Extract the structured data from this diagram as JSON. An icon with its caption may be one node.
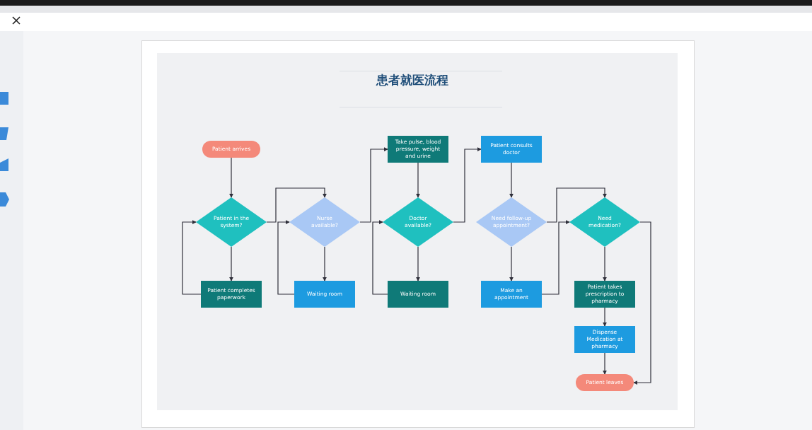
{
  "diagram": {
    "title": "患者就医流程",
    "nodes": [
      {
        "text": [
          "Patient arrives"
        ]
      },
      {
        "text": [
          "Patient in the system?"
        ]
      },
      {
        "text": [
          "Patient completes paperwork"
        ]
      },
      {
        "text": [
          "Nurse available?"
        ]
      },
      {
        "text": [
          "Waiting room"
        ]
      },
      {
        "text": [
          "Take pulse, blood pressure, weight and urine"
        ]
      },
      {
        "text": [
          "Doctor available?"
        ]
      },
      {
        "text": [
          "Waiting room"
        ]
      },
      {
        "text": [
          "Patient consults doctor"
        ]
      },
      {
        "text": [
          "Need follow-up appointment?"
        ]
      },
      {
        "text": [
          "Make an appointment"
        ]
      },
      {
        "text": [
          "Need medication?"
        ]
      },
      {
        "text": [
          "Patient takes prescription to pharmacy"
        ]
      },
      {
        "text": [
          "Dispense Medication at pharmacy"
        ]
      },
      {
        "text": [
          "Patient leaves"
        ]
      }
    ],
    "edges": [
      {
        "from": 0,
        "to": 1,
        "arrow": "to"
      },
      {
        "from": 1,
        "to": 2,
        "arrow": "to"
      },
      {
        "from": 2,
        "to": 1,
        "arrow": "to"
      },
      {
        "from": 1,
        "to": 3,
        "arrow": "to"
      },
      {
        "from": 4,
        "to": 3,
        "arrow": "to"
      },
      {
        "from": 3,
        "to": 4,
        "arrow": "to"
      },
      {
        "from": 3,
        "to": 5,
        "arrow": "to"
      },
      {
        "from": 5,
        "to": 6,
        "arrow": "to"
      },
      {
        "from": 6,
        "to": 7,
        "arrow": "to"
      },
      {
        "from": 7,
        "to": 6,
        "arrow": "to"
      },
      {
        "from": 6,
        "to": 8,
        "arrow": "to"
      },
      {
        "from": 8,
        "to": 9,
        "arrow": "to"
      },
      {
        "from": 9,
        "to": 10,
        "arrow": "to"
      },
      {
        "from": 9,
        "to": 11,
        "arrow": "to"
      },
      {
        "from": 10,
        "to": 11,
        "arrow": "to"
      },
      {
        "from": 11,
        "to": 12,
        "arrow": "to"
      },
      {
        "from": 12,
        "to": 13,
        "arrow": "to"
      },
      {
        "from": 13,
        "to": 14,
        "arrow": "to"
      },
      {
        "from": 11,
        "to": 14,
        "arrow": "to"
      }
    ]
  }
}
